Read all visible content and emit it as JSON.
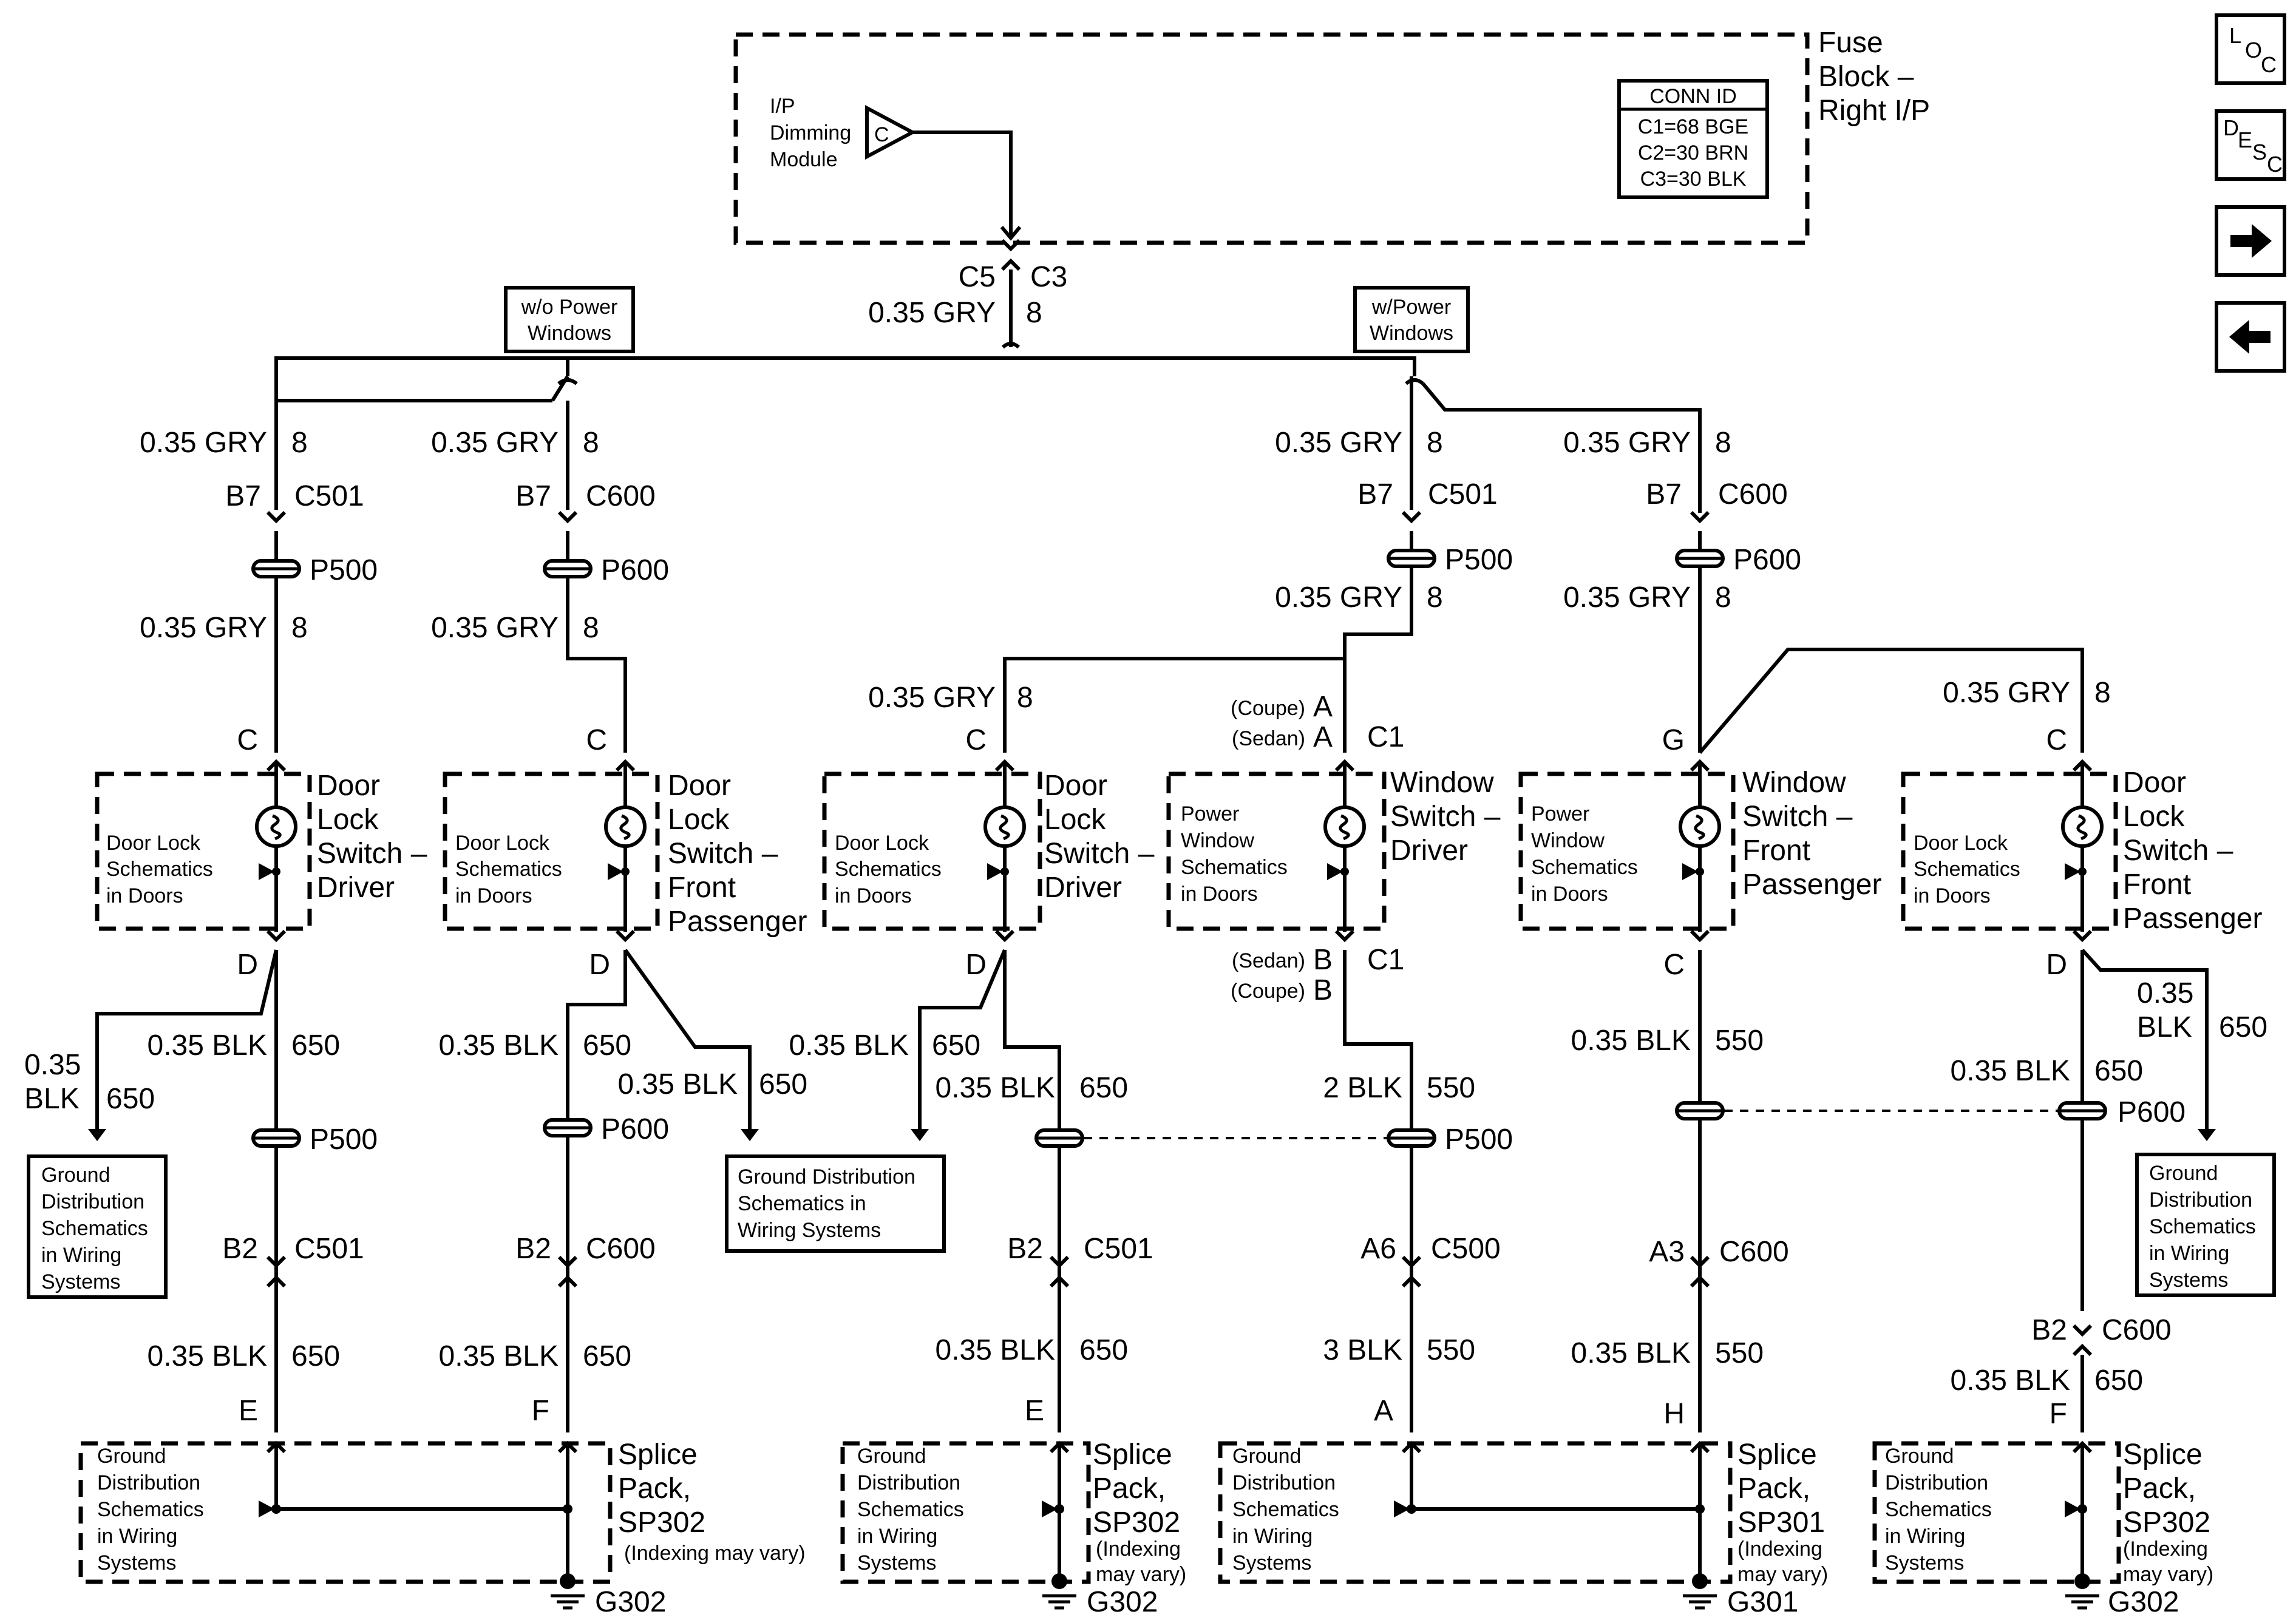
{
  "title": {
    "line1": "Fuse",
    "line2": "Block –",
    "line3": "Right I/P"
  },
  "conn_id": {
    "header": "CONN ID",
    "rows": [
      "C1=68 BGE",
      "C2=30 BRN",
      "C3=30 BLK"
    ]
  },
  "dimming": {
    "lines": [
      "I/P",
      "Dimming",
      "Module"
    ],
    "pin": "C"
  },
  "top": {
    "conn_left": "C5",
    "conn_right": "C3",
    "wire": "0.35 GRY",
    "circuit": "8"
  },
  "box_wo": [
    "w/o Power",
    "Windows"
  ],
  "box_w": [
    "w/Power",
    "Windows"
  ],
  "wires": {
    "gry": "0.35 GRY",
    "blk": "0.35 BLK",
    "c8": "8",
    "c650": "650",
    "c550": "550",
    "blk2": "2 BLK",
    "blk3": "3 BLK",
    "blk035a": "0.35",
    "blk035b": "BLK"
  },
  "conn": {
    "c501": "C501",
    "c600": "C600",
    "c500": "C500",
    "c1": "C1",
    "b7": "B7",
    "b2": "B2",
    "a6": "A6",
    "a3": "A3",
    "p500": "P500",
    "p600": "P600"
  },
  "pins": {
    "a": "A",
    "b": "B",
    "c": "C",
    "d": "D",
    "e": "E",
    "f": "F",
    "g": "G",
    "h": "H"
  },
  "variants": {
    "coupe": "(Coupe)",
    "sedan": "(Sedan)"
  },
  "switches": {
    "driver_lock": [
      "Door",
      "Lock",
      "Switch –",
      "Driver"
    ],
    "pass_lock": [
      "Door",
      "Lock",
      "Switch –",
      "Front",
      "Passenger"
    ],
    "driver_window": [
      "Window",
      "Switch –",
      "Driver"
    ],
    "pass_window": [
      "Window",
      "Switch –",
      "Front",
      "Passenger"
    ]
  },
  "inner": {
    "door_lock": [
      "Door Lock",
      "Schematics",
      "in Doors"
    ],
    "power_window": [
      "Power",
      "Window",
      "Schematics",
      "in Doors"
    ]
  },
  "ground_box": [
    "Ground",
    "Distribution",
    "Schematics",
    "in Wiring",
    "Systems"
  ],
  "ground_wide": [
    "Ground Distribution",
    "Schematics in",
    "Wiring Systems"
  ],
  "splice": {
    "sp302": [
      "Splice",
      "Pack,",
      "SP302"
    ],
    "sp301": [
      "Splice",
      "Pack,",
      "SP301"
    ],
    "indexing": "(Indexing may vary)",
    "indexing1": "(Indexing",
    "indexing2": "may vary)"
  },
  "grounds": {
    "g301": "G301",
    "g302": "G302"
  },
  "nav": {
    "loc": [
      "L",
      "O",
      "C"
    ],
    "desc": [
      "D",
      "E",
      "S",
      "C"
    ],
    "next": "→",
    "prev": "←"
  }
}
